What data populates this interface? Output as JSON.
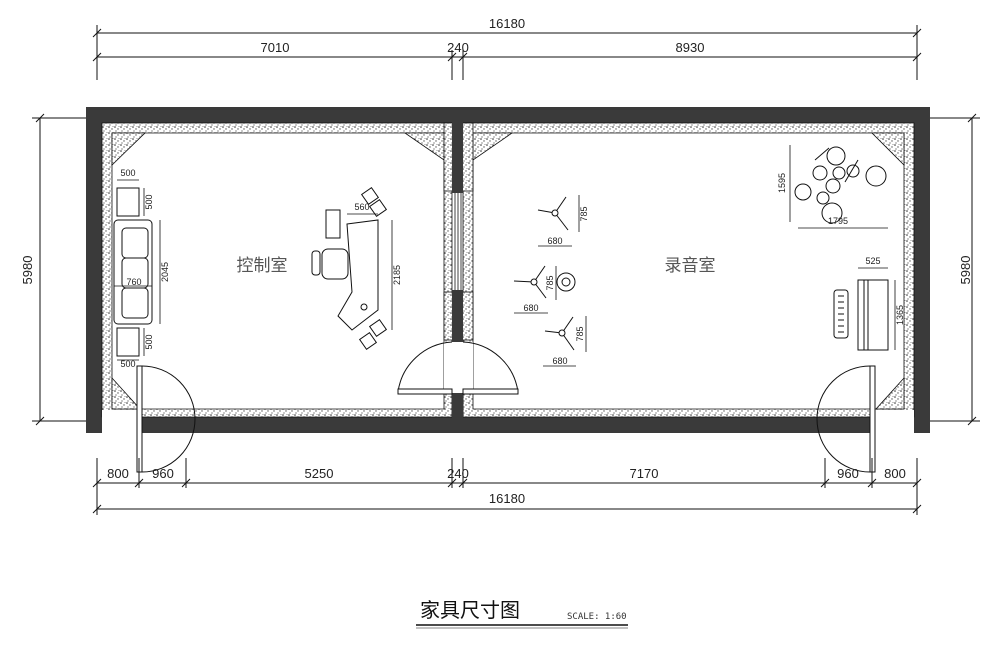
{
  "title": "家具尺寸图",
  "scale_text": "SCALE: 1:60",
  "rooms": {
    "control": "控制室",
    "recording": "录音室"
  },
  "dims": {
    "top_total": "16180",
    "top_left": "7010",
    "top_mid": "240",
    "top_right": "8930",
    "bottom_total": "16180",
    "bottom_segments": [
      "800",
      "960",
      "5250",
      "240",
      "7170",
      "960",
      "800"
    ],
    "left_height": "5980",
    "right_height": "5980",
    "control": {
      "side_chair_top_w": "500",
      "side_chair_top_h": "500",
      "sofa_h": "2045",
      "sofa_w": "760",
      "side_chair_bottom_w": "500",
      "side_chair_bottom_h": "500",
      "desk_w": "560",
      "desk_h": "2185"
    },
    "recording": {
      "stand1_w": "680",
      "stand1_h": "785",
      "stand2_w": "680",
      "stand2_h": "785",
      "stand3_w": "680",
      "stand3_h": "785",
      "drum_h": "1595",
      "drum_w": "1795",
      "piano_w": "525",
      "piano_h": "1365"
    }
  },
  "colors": {
    "wall": "#3a3a3a",
    "line": "#111111"
  }
}
